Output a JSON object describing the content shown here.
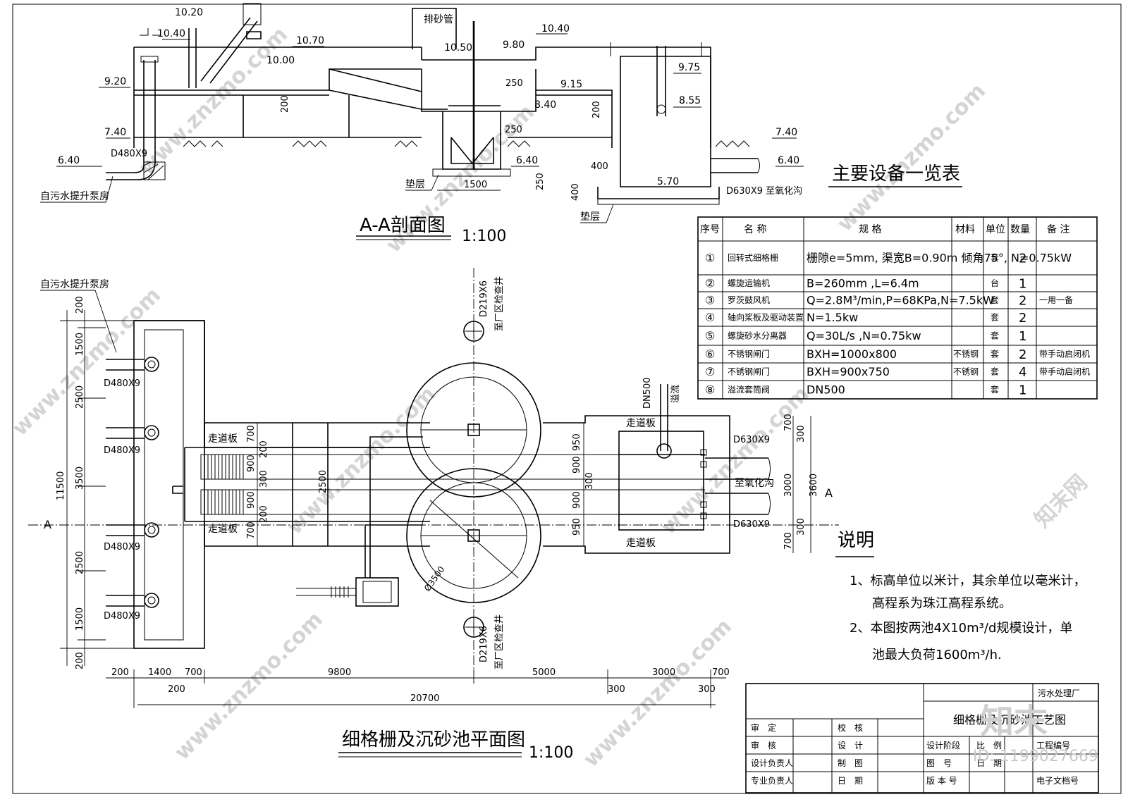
{
  "section": {
    "title": "A-A剖面图",
    "scale": "1:100",
    "labels": {
      "sand_pipe": "排砂管",
      "from_pump": "自污水提升泵房",
      "cushion1": "垫层",
      "cushion2": "垫层",
      "pipe_in": "D480X9",
      "pipe_out": "D630X9 至氧化沟",
      "dim_1500": "1500"
    },
    "elevations": [
      "10.20",
      "10.40",
      "10.70",
      "10.00",
      "10.50",
      "9.80",
      "10.40",
      "9.75",
      "9.20",
      "9.15",
      "8.55",
      "8.40",
      "7.40",
      "7.40",
      "6.40",
      "6.40",
      "6.40",
      "5.70"
    ],
    "dims": [
      "200",
      "250",
      "250",
      "200",
      "250",
      "400",
      "400"
    ]
  },
  "plan": {
    "title": "细格栅及沉砂池平面图",
    "scale": "1:100",
    "labels": {
      "from_pump": "自污水提升泵房",
      "walkway1": "走道板",
      "walkway2": "走道板",
      "walkway3": "走道板",
      "walkway4": "走道板",
      "pipe_top": "D219X6",
      "pipe_top_to": "至厂区检查井",
      "pipe_bot": "D219X6",
      "pipe_bot_to": "至厂区检查井",
      "dn500": "DN500",
      "overflow": "溢流",
      "to_ox": "至氧化沟",
      "d630_a": "D630X9",
      "d630_b": "D630X9",
      "dia": "Ø3500",
      "section_mark": "A"
    },
    "inlets": [
      "D480X9",
      "D480X9",
      "D480X9",
      "D480X9"
    ],
    "left_dims": [
      "200",
      "1500",
      "2500",
      "3500",
      "2500",
      "1500",
      "200"
    ],
    "overall_left": "11500",
    "channel_dims_left": [
      "700",
      "200",
      "900",
      "300",
      "900",
      "200",
      "700"
    ],
    "channel_dims_mid": [
      "2500"
    ],
    "channel_dims_right": [
      "950",
      "900",
      "300",
      "900",
      "950"
    ],
    "right_dims": [
      "700",
      "300",
      "3000",
      "300",
      "700"
    ],
    "right_overall": "3600",
    "bottom_dims": [
      "200",
      "1400",
      "700",
      "9800",
      "5000",
      "3000",
      "700"
    ],
    "bottom_small": [
      "200",
      "300",
      "300"
    ],
    "overall_bottom": "20700"
  },
  "table": {
    "title": "主要设备一览表",
    "headers": [
      "序号",
      "名 称",
      "规 格",
      "材料",
      "单位",
      "数量",
      "备 注"
    ],
    "rows": [
      {
        "no": "①",
        "name": "回转式细格栅",
        "spec": "栅隙e=5mm, 渠宽B=0.90m 倾角75°, N=0.75kW",
        "mat": "",
        "unit": "套",
        "qty": "2",
        "note": ""
      },
      {
        "no": "②",
        "name": "螺旋运输机",
        "spec": "B=260mm ,L=6.4m",
        "mat": "",
        "unit": "台",
        "qty": "1",
        "note": ""
      },
      {
        "no": "③",
        "name": "罗茨鼓风机",
        "spec": "Q=2.8M³/min,P=68KPa,N=7.5kW",
        "mat": "",
        "unit": "套",
        "qty": "2",
        "note": "一用一备"
      },
      {
        "no": "④",
        "name": "轴向桨板及驱动装置",
        "spec": "N=1.5kw",
        "mat": "",
        "unit": "套",
        "qty": "2",
        "note": ""
      },
      {
        "no": "⑤",
        "name": "螺旋砂水分离器",
        "spec": "Q=30L/s ,N=0.75kw",
        "mat": "",
        "unit": "套",
        "qty": "1",
        "note": ""
      },
      {
        "no": "⑥",
        "name": "不锈钢闸门",
        "spec": "BXH=1000x800",
        "mat": "不锈钢",
        "unit": "套",
        "qty": "2",
        "note": "带手动启闭机"
      },
      {
        "no": "⑦",
        "name": "不锈钢闸门",
        "spec": "BXH=900x750",
        "mat": "不锈钢",
        "unit": "套",
        "qty": "4",
        "note": "带手动启闭机"
      },
      {
        "no": "⑧",
        "name": "溢流套筒阀",
        "spec": "DN500",
        "mat": "",
        "unit": "套",
        "qty": "1",
        "note": ""
      }
    ]
  },
  "notes": {
    "title": "说明",
    "line1": "1、标高单位以米计，其余单位以毫米计，",
    "line2": "高程系为珠江高程系统。",
    "line3": "2、本图按两池4X10m³/d规模设计，单",
    "line4": "池最大负荷1600m³/h."
  },
  "title_block": {
    "project": "污水处理厂",
    "drawing": "细格栅及沉砂池工艺图",
    "left_labels": [
      "审　定",
      "审　核",
      "设计负责人",
      "专业负责人"
    ],
    "mid_labels": [
      "校　核",
      "设　计",
      "制　图",
      "日　期"
    ],
    "right_labels": [
      "设计阶段",
      "图　号",
      "版 本 号"
    ],
    "right2_labels": [
      "比　例",
      "日　期"
    ],
    "right3_labels": [
      "工程编号",
      "电子文档号"
    ]
  },
  "watermark": {
    "site": "www.znzmo.com",
    "brand": "知末",
    "brand2": "知末网",
    "id": "ID: 1199027669"
  }
}
